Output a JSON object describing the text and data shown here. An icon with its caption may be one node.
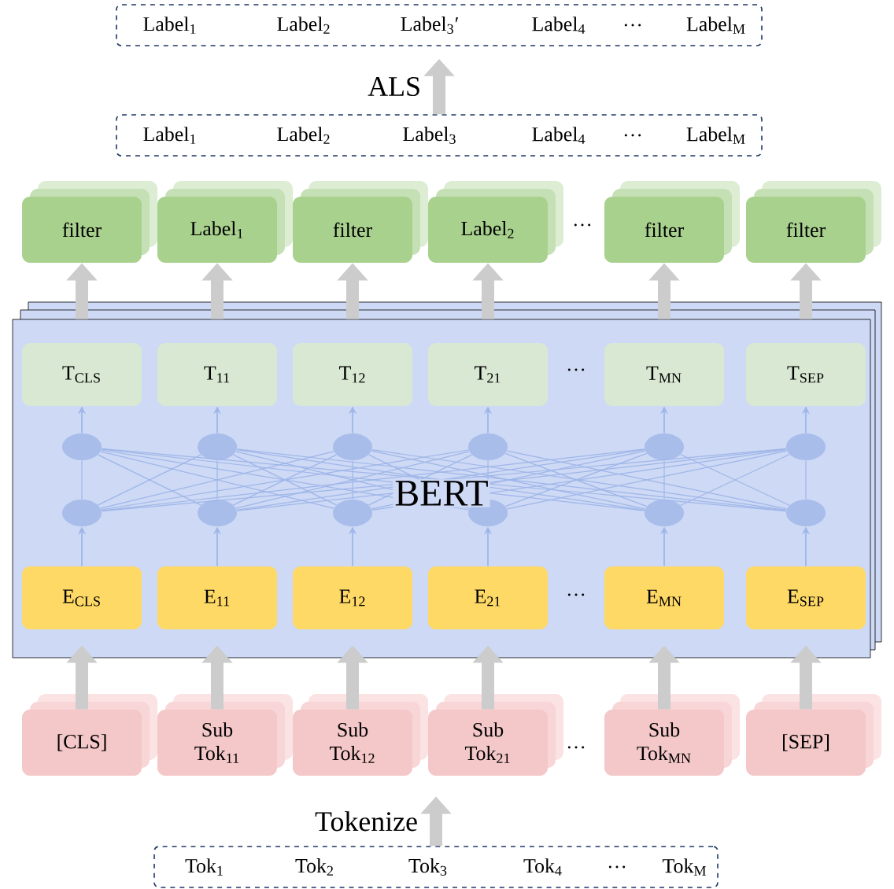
{
  "diagram": {
    "nodes": [
      {
        "text": [
          "Label$_{1}$",
          "Label$_{2}$",
          "Label$_{3}$′",
          "Label$_{4}$",
          "…",
          "Label$_{M}$"
        ]
      },
      {
        "text": [
          "Label$_{1}$",
          "Label$_{2}$",
          "Label$_{3}$",
          "Label$_{4}$",
          "…",
          "Label$_{M}$"
        ]
      },
      {
        "text": [
          "filter"
        ]
      },
      {
        "text": [
          "Label$_{1}$"
        ]
      },
      {
        "text": [
          "filter"
        ]
      },
      {
        "text": [
          "Label$_{2}$"
        ]
      },
      {
        "text": [
          "filter"
        ]
      },
      {
        "text": [
          "filter"
        ]
      },
      {
        "text": [
          "BERT"
        ]
      },
      {
        "text": [
          "T$_{CLS}$"
        ],
        "in": 8
      },
      {
        "text": [
          "T$_{11}$"
        ],
        "in": 8
      },
      {
        "text": [
          "T$_{12}$"
        ],
        "in": 8
      },
      {
        "text": [
          "T$_{21}$"
        ],
        "in": 8
      },
      {
        "text": [
          "T$_{MN}$"
        ],
        "in": 8
      },
      {
        "text": [
          "T$_{SEP}$"
        ],
        "in": 8
      },
      {
        "text": [],
        "shape": "circle",
        "in": 8
      },
      {
        "text": [],
        "shape": "circle",
        "in": 8
      },
      {
        "text": [],
        "shape": "circle",
        "in": 8
      },
      {
        "text": [],
        "shape": "circle",
        "in": 8
      },
      {
        "text": [],
        "shape": "circle",
        "in": 8
      },
      {
        "text": [],
        "shape": "circle",
        "in": 8
      },
      {
        "text": [],
        "shape": "circle",
        "in": 8
      },
      {
        "text": [],
        "shape": "circle",
        "in": 8
      },
      {
        "text": [],
        "shape": "circle",
        "in": 8
      },
      {
        "text": [],
        "shape": "circle",
        "in": 8
      },
      {
        "text": [],
        "shape": "circle",
        "in": 8
      },
      {
        "text": [],
        "shape": "circle",
        "in": 8
      },
      {
        "text": [
          "E$_{CLS}$"
        ],
        "in": 8
      },
      {
        "text": [
          "E$_{11}$"
        ],
        "in": 8
      },
      {
        "text": [
          "E$_{12}$"
        ],
        "in": 8
      },
      {
        "text": [
          "E$_{21}$"
        ],
        "in": 8
      },
      {
        "text": [
          "E$_{MN}$"
        ],
        "in": 8
      },
      {
        "text": [
          "E$_{SEP}$"
        ],
        "in": 8
      },
      {
        "text": [
          "[CLS]"
        ]
      },
      {
        "text": [
          "Sub Tok$_{11}$"
        ]
      },
      {
        "text": [
          "Sub Tok$_{12}$"
        ]
      },
      {
        "text": [
          "Sub Tok$_{21}$"
        ]
      },
      {
        "text": [
          "Sub Tok$_{MN}$"
        ]
      },
      {
        "text": [
          "[SEP]"
        ]
      },
      {
        "text": [
          "Tok$_{1}$",
          "Tok$_{2}$",
          "Tok$_{3}$",
          "Tok$_{4}$",
          "…",
          "Tok$_{M}$"
        ]
      }
    ],
    "edges": [
      {
        "from": 1,
        "to": 0,
        "arrow": "to",
        "label": "ALS",
        "style": "thick",
        "color": "#cccccc"
      },
      {
        "from": 9,
        "to": 2,
        "arrow": "to",
        "style": "thick",
        "color": "#cccccc"
      },
      {
        "from": 10,
        "to": 3,
        "arrow": "to",
        "style": "thick",
        "color": "#cccccc"
      },
      {
        "from": 11,
        "to": 4,
        "arrow": "to",
        "style": "thick",
        "color": "#cccccc"
      },
      {
        "from": 12,
        "to": 5,
        "arrow": "to",
        "style": "thick",
        "color": "#cccccc"
      },
      {
        "from": 13,
        "to": 6,
        "arrow": "to",
        "style": "thick",
        "color": "#cccccc"
      },
      {
        "from": 14,
        "to": 7,
        "arrow": "to",
        "style": "thick",
        "color": "#cccccc"
      },
      {
        "from": 15,
        "to": 9,
        "arrow": "to"
      },
      {
        "from": 16,
        "to": 10,
        "arrow": "to"
      },
      {
        "from": 17,
        "to": 11,
        "arrow": "to"
      },
      {
        "from": 18,
        "to": 12,
        "arrow": "to"
      },
      {
        "from": 19,
        "to": 13,
        "arrow": "to"
      },
      {
        "from": 20,
        "to": 14,
        "arrow": "to"
      },
      {
        "from": 21,
        "to": 15,
        "arrow": "none"
      },
      {
        "from": 21,
        "to": 16,
        "arrow": "none"
      },
      {
        "from": 21,
        "to": 17,
        "arrow": "none"
      },
      {
        "from": 21,
        "to": 18,
        "arrow": "none"
      },
      {
        "from": 21,
        "to": 19,
        "arrow": "none"
      },
      {
        "from": 21,
        "to": 20,
        "arrow": "none"
      },
      {
        "from": 22,
        "to": 15,
        "arrow": "none"
      },
      {
        "from": 22,
        "to": 16,
        "arrow": "none"
      },
      {
        "from": 22,
        "to": 17,
        "arrow": "none"
      },
      {
        "from": 22,
        "to": 18,
        "arrow": "none"
      },
      {
        "from": 22,
        "to": 19,
        "arrow": "none"
      },
      {
        "from": 22,
        "to": 20,
        "arrow": "none"
      },
      {
        "from": 23,
        "to": 15,
        "arrow": "none"
      },
      {
        "from": 23,
        "to": 16,
        "arrow": "none"
      },
      {
        "from": 23,
        "to": 17,
        "arrow": "none"
      },
      {
        "from": 23,
        "to": 18,
        "arrow": "none"
      },
      {
        "from": 23,
        "to": 19,
        "arrow": "none"
      },
      {
        "from": 23,
        "to": 20,
        "arrow": "none"
      },
      {
        "from": 24,
        "to": 15,
        "arrow": "none"
      },
      {
        "from": 24,
        "to": 16,
        "arrow": "none"
      },
      {
        "from": 24,
        "to": 17,
        "arrow": "none"
      },
      {
        "from": 24,
        "to": 18,
        "arrow": "none"
      },
      {
        "from": 24,
        "to": 19,
        "arrow": "none"
      },
      {
        "from": 24,
        "to": 20,
        "arrow": "none"
      },
      {
        "from": 25,
        "to": 15,
        "arrow": "none"
      },
      {
        "from": 25,
        "to": 16,
        "arrow": "none"
      },
      {
        "from": 25,
        "to": 17,
        "arrow": "none"
      },
      {
        "from": 25,
        "to": 18,
        "arrow": "none"
      },
      {
        "from": 25,
        "to": 19,
        "arrow": "none"
      },
      {
        "from": 25,
        "to": 20,
        "arrow": "none"
      },
      {
        "from": 26,
        "to": 15,
        "arrow": "none"
      },
      {
        "from": 26,
        "to": 16,
        "arrow": "none"
      },
      {
        "from": 26,
        "to": 17,
        "arrow": "none"
      },
      {
        "from": 26,
        "to": 18,
        "arrow": "none"
      },
      {
        "from": 26,
        "to": 19,
        "arrow": "none"
      },
      {
        "from": 26,
        "to": 20,
        "arrow": "none"
      },
      {
        "from": 27,
        "to": 21,
        "arrow": "to"
      },
      {
        "from": 28,
        "to": 22,
        "arrow": "to"
      },
      {
        "from": 29,
        "to": 23,
        "arrow": "to"
      },
      {
        "from": 30,
        "to": 24,
        "arrow": "to"
      },
      {
        "from": 31,
        "to": 25,
        "arrow": "to"
      },
      {
        "from": 32,
        "to": 26,
        "arrow": "to"
      },
      {
        "from": 33,
        "to": 27,
        "arrow": "to",
        "style": "thick",
        "color": "#cccccc"
      },
      {
        "from": 34,
        "to": 28,
        "arrow": "to",
        "style": "thick",
        "color": "#cccccc"
      },
      {
        "from": 35,
        "to": 29,
        "arrow": "to",
        "style": "thick",
        "color": "#cccccc"
      },
      {
        "from": 36,
        "to": 30,
        "arrow": "to",
        "style": "thick",
        "color": "#cccccc"
      },
      {
        "from": 37,
        "to": 31,
        "arrow": "to",
        "style": "thick",
        "color": "#cccccc"
      },
      {
        "from": 38,
        "to": 32,
        "arrow": "to",
        "style": "thick",
        "color": "#cccccc"
      },
      {
        "from": 39,
        "to": 36,
        "arrow": "to",
        "label": "Tokenize",
        "style": "thick",
        "color": "#cccccc"
      }
    ],
    "labels": [
      "…",
      "…",
      "…",
      "…"
    ]
  }
}
